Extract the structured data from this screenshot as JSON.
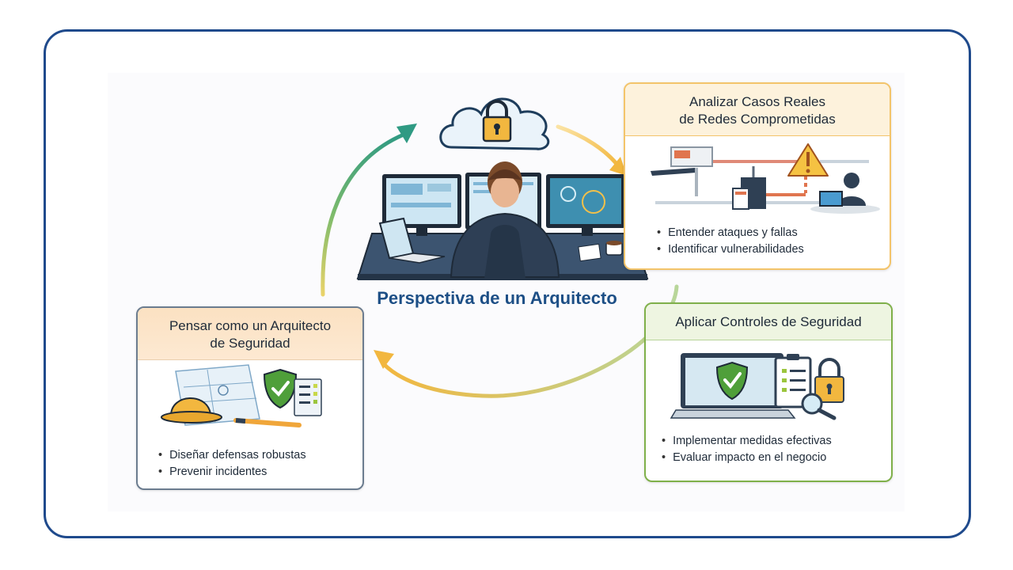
{
  "center": {
    "title": "Perspectiva de un Arquitecto",
    "illustration": "architect-at-desk-with-three-monitors",
    "cloud_icon": "cloud-lock-icon"
  },
  "cards": {
    "analyze": {
      "title_line1": "Analizar Casos Reales",
      "title_line2": "de Redes Comprometidas",
      "bullets": [
        "Entender ataques y fallas",
        "Identificar vulnerabilidades"
      ],
      "border_color": "#f3c46a"
    },
    "apply": {
      "title": "Aplicar Controles de Seguridad",
      "bullets": [
        "Implementar medidas efectivas",
        "Evaluar impacto en el negocio"
      ],
      "border_color": "#7fb04a"
    },
    "think": {
      "title_line1": "Pensar como un Arquitecto",
      "title_line2": "de Seguridad",
      "bullets": [
        "Diseñar defensas robustas",
        "Prevenir incidentes"
      ],
      "border_color": "#6b7c8f"
    }
  },
  "colors": {
    "frame": "#1f4a8c",
    "title": "#1d4f86",
    "arrow_green": "#2f9a83",
    "arrow_yellow": "#f2b73f"
  }
}
